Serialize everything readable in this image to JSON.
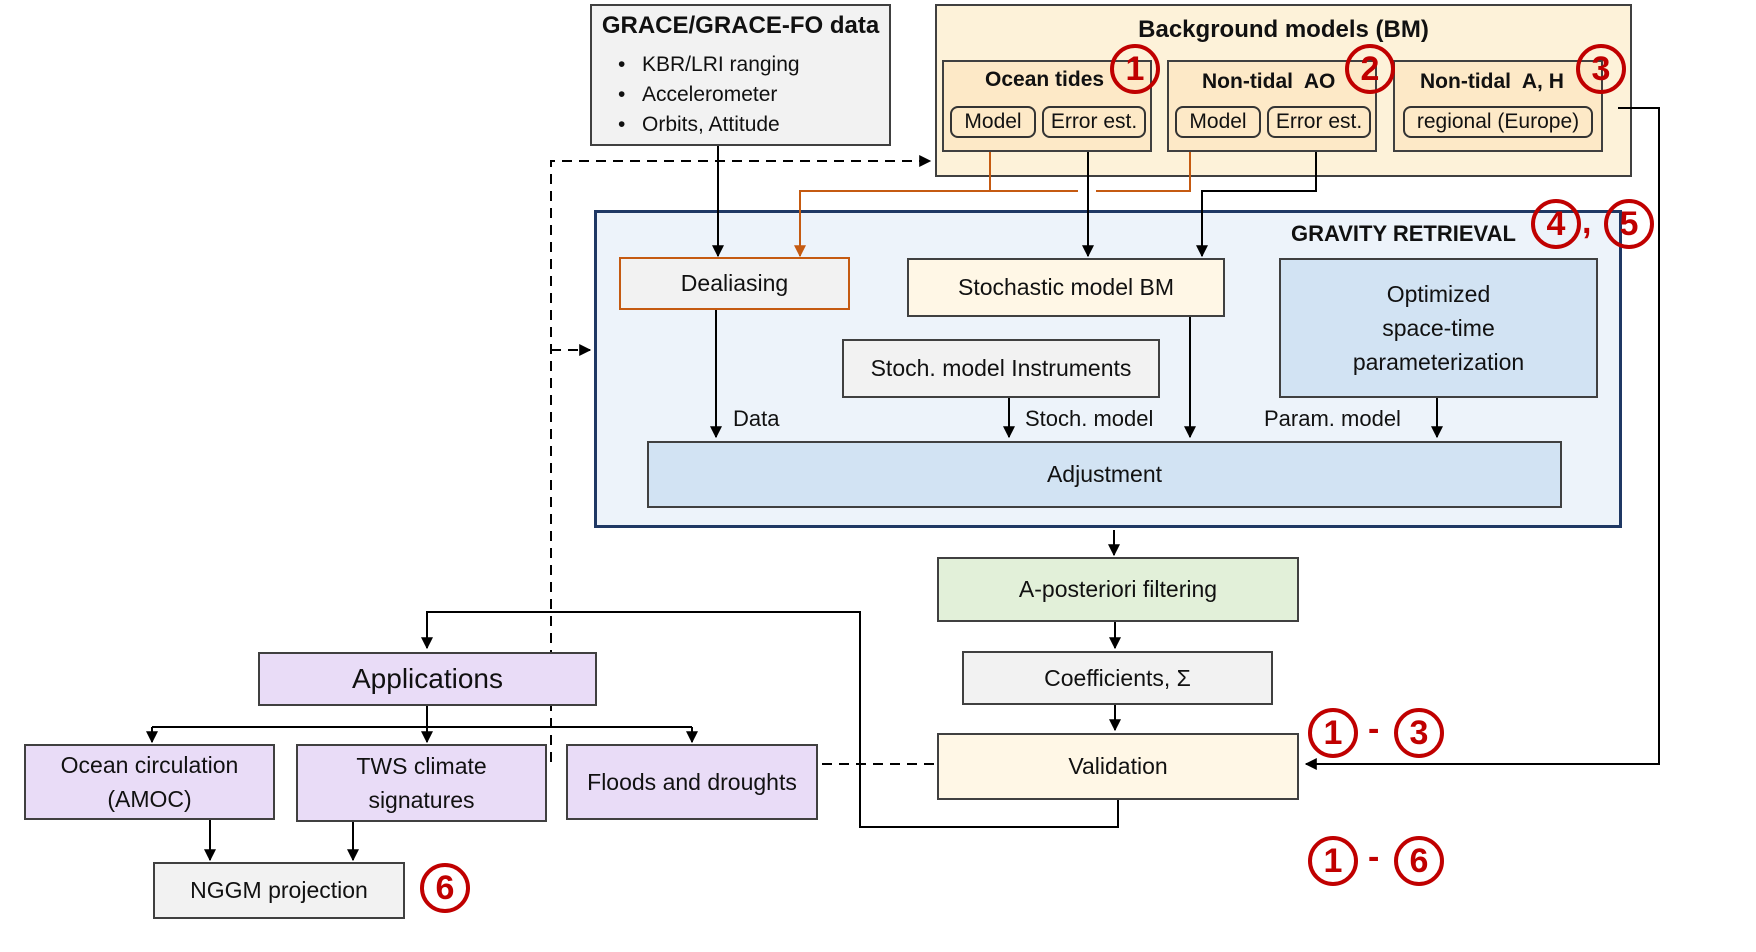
{
  "grace": {
    "title": "GRACE/GRACE-FO data",
    "items": [
      "KBR/LRI ranging",
      "Accelerometer",
      "Orbits, Attitude"
    ]
  },
  "bm": {
    "title": "Background models (BM)",
    "ocean_tides": {
      "title": "Ocean tides",
      "model": "Model",
      "error": "Error est."
    },
    "nontidal_ao": {
      "title": "Non-tidal  AO",
      "model": "Model",
      "error": "Error est."
    },
    "nontidal_ah": {
      "title": "Non-tidal  A, H",
      "regional": "regional (Europe)"
    }
  },
  "retrieval": {
    "title": "GRAVITY RETRIEVAL",
    "dealiasing": "Dealiasing",
    "stoch_bm": "Stochastic model BM",
    "optimized": [
      "Optimized",
      "space-time",
      "parameterization"
    ],
    "stoch_instruments": "Stoch. model Instruments",
    "label_data": "Data",
    "label_stoch": "Stoch. model",
    "label_param": "Param. model",
    "adjustment": "Adjustment"
  },
  "filtering": "A-posteriori filtering",
  "coefficients": "Coefficients, Σ",
  "validation": "Validation",
  "applications": {
    "title": "Applications",
    "ocean": [
      "Ocean circulation",
      "(AMOC)"
    ],
    "tws": [
      "TWS climate",
      "signatures"
    ],
    "floods": "Floods and droughts",
    "nggm": "NGGM projection"
  },
  "badges": {
    "one": "1",
    "two": "2",
    "three": "3",
    "four": "4",
    "five": "5",
    "six": "6",
    "comma": ",",
    "dash": "-"
  },
  "colors": {
    "badge_red": "#c00000",
    "orange_arrow": "#c55a11",
    "retrieval_border": "#1f3864"
  }
}
